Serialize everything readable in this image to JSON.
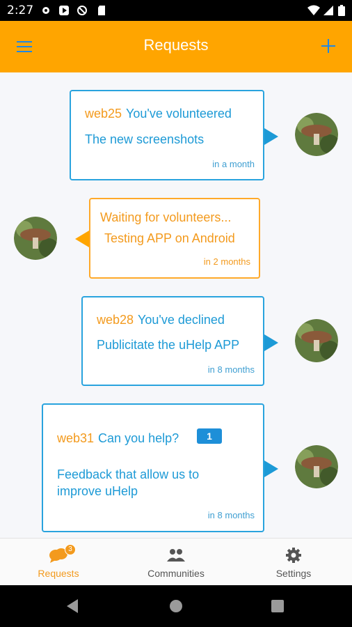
{
  "status_bar": {
    "time": "2:27"
  },
  "app_bar": {
    "title": "Requests"
  },
  "requests": [
    {
      "user": "web25",
      "status": "You've volunteered",
      "title": "The new screenshots",
      "time": "in a month"
    },
    {
      "status": "Waiting for volunteers...",
      "title": "Testing APP on Android",
      "time": "in 2 months"
    },
    {
      "user": "web28",
      "status": "You've declined",
      "title": "Publicitate the uHelp APP",
      "time": "in 8 months"
    },
    {
      "user": "web31",
      "status": "Can you help?",
      "badge": "1",
      "title_line1": "Feedback that allow us to",
      "title_line2": "improve uHelp",
      "time": "in 8 months"
    }
  ],
  "bottom_nav": {
    "requests": {
      "label": "Requests",
      "badge": "3"
    },
    "communities": {
      "label": "Communities"
    },
    "settings": {
      "label": "Settings"
    }
  },
  "colors": {
    "accent": "#ffa500",
    "primary_blue": "#1d9ad6"
  }
}
